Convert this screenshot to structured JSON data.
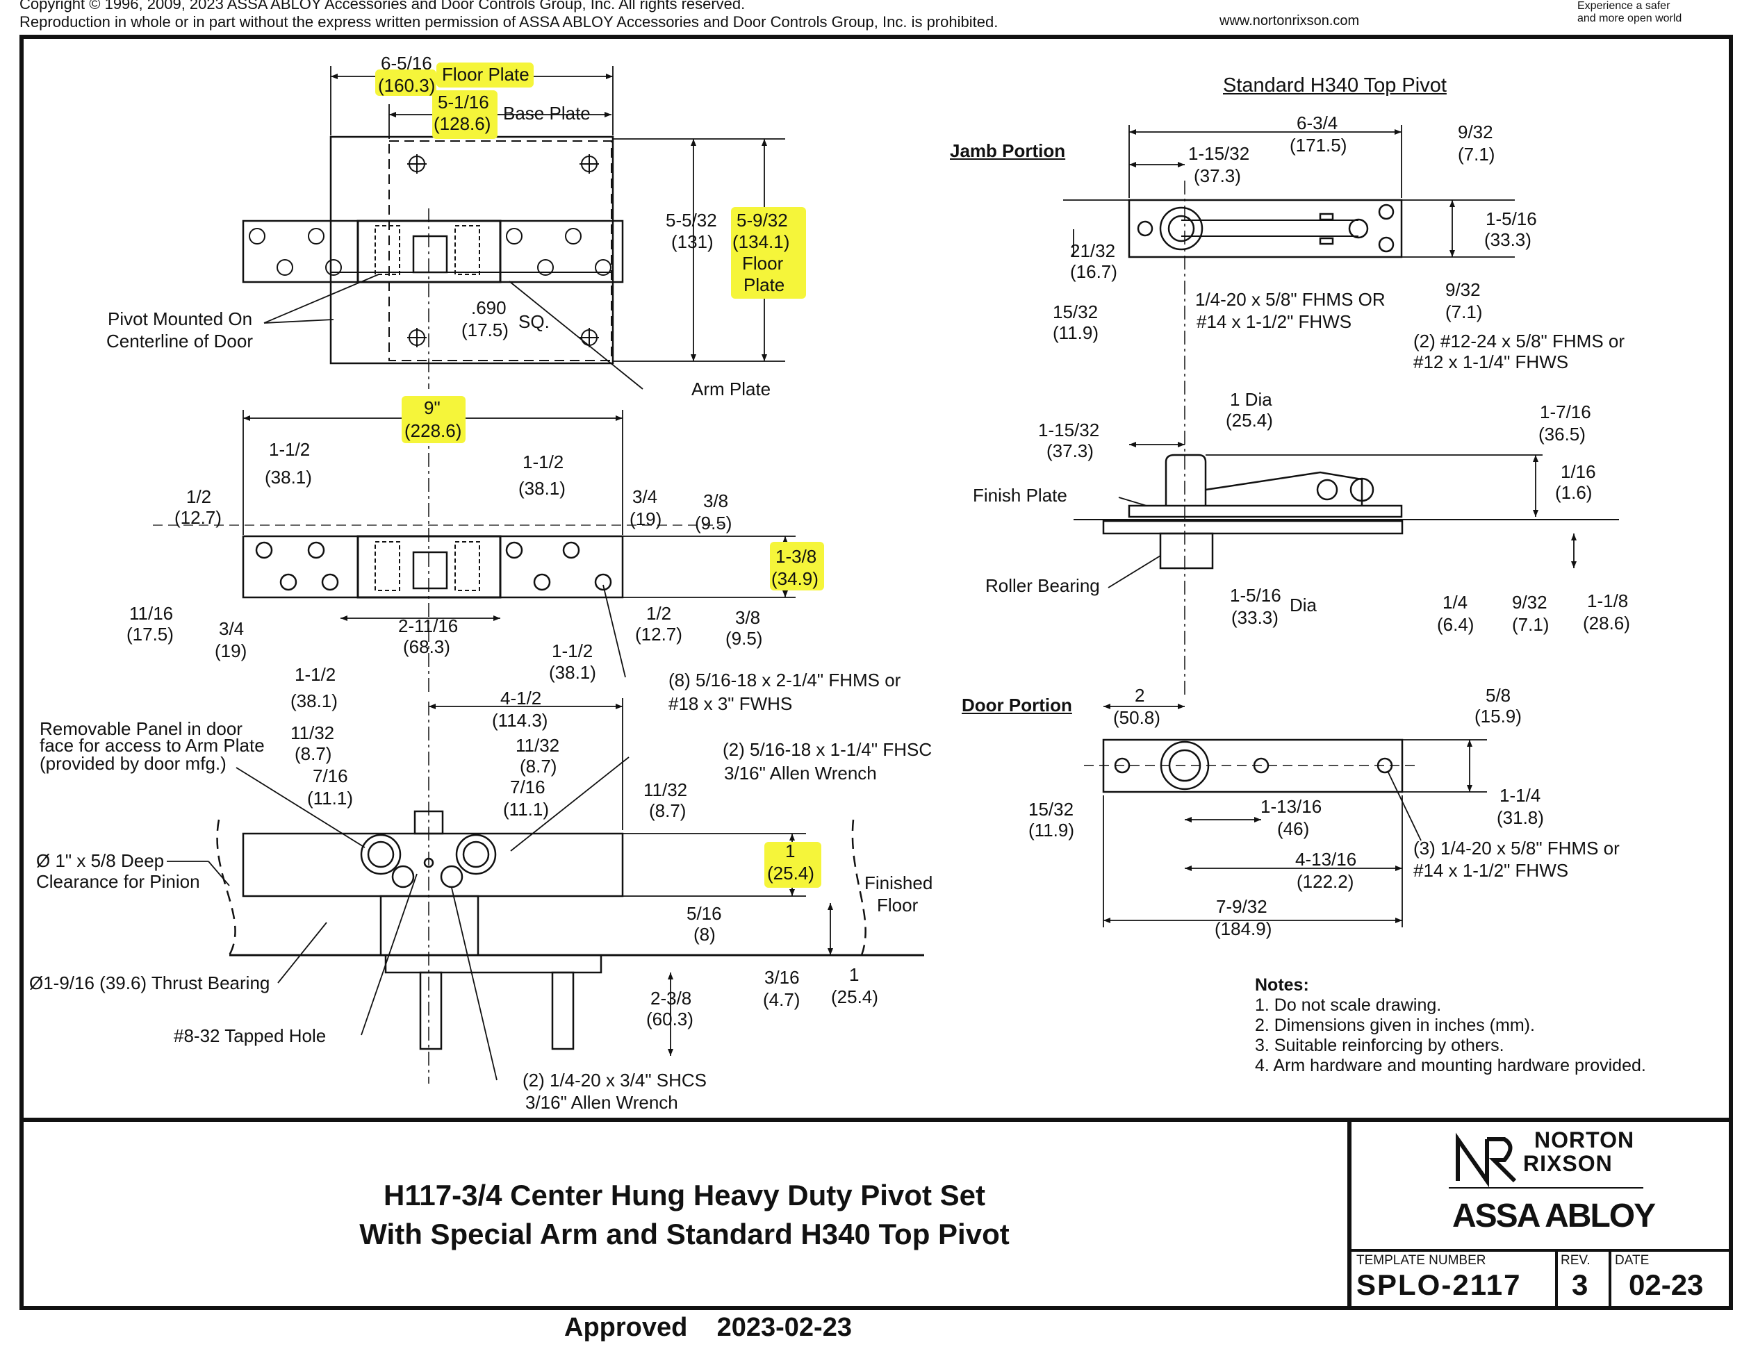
{
  "header": {
    "copyright_line1": "Copyright © 1996, 2009, 2023 ASSA ABLOY Accessories and Door Controls Group, Inc. All rights reserved.",
    "copyright_line2": "Reproduction in whole or in part without the express written permission of ASSA ABLOY Accessories and Door Controls Group, Inc. is prohibited.",
    "website": "www.nortonrixson.com",
    "tagline_line1": "Experience a safer",
    "tagline_line2": "and more open world"
  },
  "colors": {
    "highlight": "#f5f53a",
    "line": "#111111"
  },
  "left_drawing": {
    "floor_plate_width_in": "6-5/16",
    "floor_plate_width_mm": "(160.3)",
    "floor_plate_label": "Floor Plate",
    "base_plate_width_in": "5-1/16",
    "base_plate_width_mm": "(128.6)",
    "base_plate_label": "Base Plate",
    "base_plate_depth_in": "5-5/32",
    "base_plate_depth_mm": "(131)",
    "floor_plate_depth_in": "5-9/32",
    "floor_plate_depth_mm": "(134.1)",
    "floor_plate_label_a": "Floor",
    "floor_plate_label_b": "Plate",
    "pivot_note_1": "Pivot Mounted On",
    "pivot_note_2": "Centerline of Door",
    "square_in": ".690",
    "square_mm": "(17.5)",
    "square_label": "SQ.",
    "arm_plate": "Arm Plate",
    "arm_length_in": "9\"",
    "arm_length_mm": "(228.6)",
    "d_1_1_2_a_in": "1-1/2",
    "d_1_1_2_a_mm": "(38.1)",
    "d_1_1_2_b_in": "1-1/2",
    "d_1_1_2_b_mm": "(38.1)",
    "d_1_2_in": "1/2",
    "d_1_2_mm": "(12.7)",
    "d_3_4_in": "3/4",
    "d_3_4_mm": "(19)",
    "d_3_8_in": "3/8",
    "d_3_8_mm": "(9.5)",
    "d_1_3_8_in": "1-3/8",
    "d_1_3_8_mm": "(34.9)",
    "d_11_16_in": "11/16",
    "d_11_16_mm": "(17.5)",
    "d_3_4b_in": "3/4",
    "d_3_4b_mm": "(19)",
    "d_2_11_16_in": "2-11/16",
    "d_2_11_16_mm": "(68.3)",
    "d_1_2b_in": "1/2",
    "d_1_2b_mm": "(12.7)",
    "d_3_8b_in": "3/8",
    "d_3_8b_mm": "(9.5)",
    "d_1_1_2_c_in": "1-1/2",
    "d_1_1_2_c_mm": "(38.1)",
    "d_1_1_2_d_in": "1-1/2",
    "d_1_1_2_d_mm": "(38.1)",
    "screw_note_1": "(8) 5/16-18 x 2-1/4\" FHMS or",
    "screw_note_2": "#18 x 3\" FWHS",
    "d_4_1_2_in": "4-1/2",
    "d_4_1_2_mm": "(114.3)",
    "panel_note_1": "Removable Panel in door",
    "panel_note_2": "face for access to Arm Plate",
    "panel_note_3": "(provided by door mfg.)",
    "d_11_32_a_in": "11/32",
    "d_11_32_a_mm": "(8.7)",
    "d_11_32_b_in": "11/32",
    "d_11_32_b_mm": "(8.7)",
    "d_7_16_a_in": "7/16",
    "d_7_16_a_mm": "(11.1)",
    "d_7_16_b_in": "7/16",
    "d_7_16_b_mm": "(11.1)",
    "d_11_32_c_in": "11/32",
    "d_11_32_c_mm": "(8.7)",
    "fhsc_note_1": "(2) 5/16-18 x 1-1/4\" FHSC",
    "fhsc_note_2": "3/16\" Allen Wrench",
    "pinion_note_1": "Ø 1\" x 5/8 Deep",
    "pinion_note_2": "Clearance for Pinion",
    "d_1_in": "1",
    "d_1_mm": "(25.4)",
    "finished_floor_1": "Finished",
    "finished_floor_2": "Floor",
    "d_5_16_in": "5/16",
    "d_5_16_mm": "(8)",
    "thrust_note": "Ø1-9/16 (39.6) Thrust Bearing",
    "d_3_16_in": "3/16",
    "d_3_16_mm": "(4.7)",
    "d_1b_in": "1",
    "d_1b_mm": "(25.4)",
    "d_2_3_8_in": "2-3/8",
    "d_2_3_8_mm": "(60.3)",
    "tapped_note": "#8-32 Tapped Hole",
    "shcs_note_1": "(2) 1/4-20 x 3/4\" SHCS",
    "shcs_note_2": "3/16\" Allen Wrench"
  },
  "right_drawing": {
    "title": "Standard H340 Top Pivot",
    "jamb_portion": "Jamb Portion",
    "j_6_3_4_in": "6-3/4",
    "j_6_3_4_mm": "(171.5)",
    "j_1_15_32_in": "1-15/32",
    "j_1_15_32_mm": "(37.3)",
    "j_9_32_in": "9/32",
    "j_9_32_mm": "(7.1)",
    "j_1_5_16_in": "1-5/16",
    "j_1_5_16_mm": "(33.3)",
    "j_21_32_in": "21/32",
    "j_21_32_mm": "(16.7)",
    "j_9_32b_in": "9/32",
    "j_9_32b_mm": "(7.1)",
    "j_15_32_in": "15/32",
    "j_15_32_mm": "(11.9)",
    "j_screw_1": "1/4-20 x 5/8\" FHMS OR",
    "j_screw_2": "#14 x 1-1/2\" FHWS",
    "j_screw2_1": "(2) #12-24 x 5/8\" FHMS or",
    "j_screw2_2": "#12 x 1-1/4\"  FHWS",
    "s_1_dia_in": "1 Dia",
    "s_1_dia_mm": "(25.4)",
    "s_1_15_32_in": "1-15/32",
    "s_1_15_32_mm": "(37.3)",
    "s_1_7_16_in": "1-7/16",
    "s_1_7_16_mm": "(36.5)",
    "s_1_16_in": "1/16",
    "s_1_16_mm": "(1.6)",
    "finish_plate": "Finish Plate",
    "roller_bearing": "Roller Bearing",
    "s_1_5_16_in": "1-5/16",
    "s_1_5_16_dia": "Dia",
    "s_1_5_16_mm": "(33.3)",
    "s_1_4_in": "1/4",
    "s_1_4_mm": "(6.4)",
    "s_9_32_in": "9/32",
    "s_9_32_mm": "(7.1)",
    "s_1_1_8_in": "1-1/8",
    "s_1_1_8_mm": "(28.6)",
    "door_portion": "Door Portion",
    "d_2_in": "2",
    "d_2_mm": "(50.8)",
    "d_5_8_in": "5/8",
    "d_5_8_mm": "(15.9)",
    "d_15_32_in": "15/32",
    "d_15_32_mm": "(11.9)",
    "d_1_13_16_in": "1-13/16",
    "d_1_13_16_mm": "(46)",
    "d_1_1_4_in": "1-1/4",
    "d_1_1_4_mm": "(31.8)",
    "d_screw_1": "(3) 1/4-20 x 5/8\" FHMS or",
    "d_screw_2": "#14 x 1-1/2\" FHWS",
    "d_4_13_16_in": "4-13/16",
    "d_4_13_16_mm": "(122.2)",
    "d_7_9_32_in": "7-9/32",
    "d_7_9_32_mm": "(184.9)"
  },
  "notes": {
    "heading": "Notes:",
    "items": [
      "1. Do not scale drawing.",
      "2. Dimensions given in inches (mm).",
      "3. Suitable reinforcing by others.",
      "4. Arm hardware and mounting hardware provided."
    ]
  },
  "title_block": {
    "title_line1": "H117-3/4 Center Hung Heavy Duty Pivot Set",
    "title_line2": "With Special Arm and Standard H340 Top Pivot",
    "brand_norton": "NORTON",
    "brand_rixson": "RIXSON",
    "brand_assa": "ASSA ABLOY",
    "template_label": "TEMPLATE NUMBER",
    "template_value": "SPLO-2117",
    "rev_label": "REV.",
    "rev_value": "3",
    "date_label": "DATE",
    "date_value": "02-23"
  },
  "approved": "Approved    2023-02-23"
}
